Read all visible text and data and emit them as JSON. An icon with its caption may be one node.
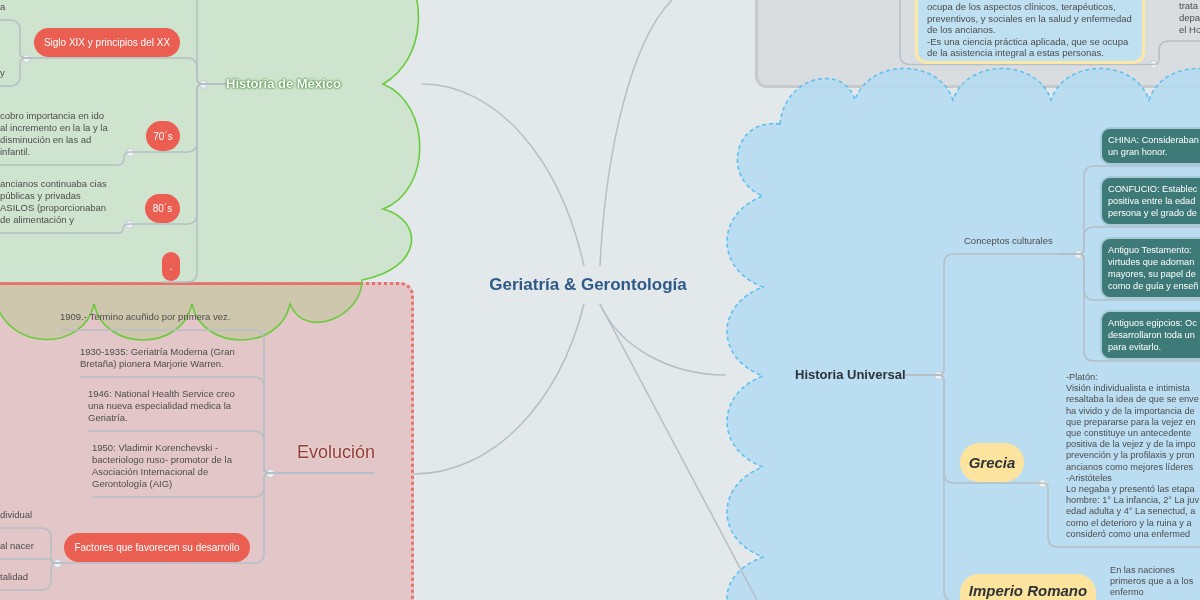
{
  "diagram": {
    "nodes": [
      {
        "text": [],
        "shape": "cloud"
      },
      {
        "text": [
          "Historia de México"
        ],
        "in": 0
      },
      {
        "text": [
          "a"
        ],
        "in": 0
      },
      {
        "text": [
          "Siglo XIX y principios del XX"
        ],
        "in": 0
      },
      {
        "text": [
          "y"
        ],
        "in": 0
      },
      {
        "text": [
          "cobro importancia en ido al incremento en la la y la disminución en las ad infantil."
        ],
        "in": 0
      },
      {
        "text": [
          "70´s"
        ],
        "in": 0
      },
      {
        "text": [
          "ancianos continuaba cias públicas y privadas ASILOS (proporcionaban de alimentación y"
        ],
        "in": 0
      },
      {
        "text": [
          "80´s"
        ],
        "in": 0
      },
      {
        "text": [
          "."
        ],
        "in": 0
      },
      {
        "text": [],
        "shape": "box"
      },
      {
        "text": [
          "ocupa de los aspectos clínicos, terapéuticos, preventivos, y sociales en la salud y enfermedad de los ancianos.",
          "-Es una ciencia práctica aplicada, que se ocupa de la asistencia integral a estas personas."
        ],
        "in": 10
      },
      {
        "text": [
          "trata depa el Ho"
        ],
        "in": 10
      },
      {
        "text": [],
        "shape": "cloud"
      },
      {
        "text": [
          "Historia Universal"
        ],
        "in": 13
      },
      {
        "text": [
          "Conceptos culturales"
        ],
        "in": 13
      },
      {
        "text": [
          "CHINA: Consideraban un gran honor."
        ],
        "in": 13
      },
      {
        "text": [
          "CONFUCIO: Establec positiva entre la edad persona y el grado de"
        ],
        "in": 13
      },
      {
        "text": [
          "Antiguo Testamento: virtudes que adornan mayores, su papel de como de guía y enseñ"
        ],
        "in": 13
      },
      {
        "text": [
          "Antiguos egipcios: Oc desarrollaron toda un para evitarlo."
        ],
        "in": 13
      },
      {
        "text": [
          "Geriatría & Gerontología"
        ]
      },
      {
        "text": [],
        "shape": "box"
      },
      {
        "text": [
          "Evolución"
        ],
        "in": 21
      },
      {
        "text": [
          "1909.- Termino acuñido por primera vez."
        ]
      },
      {
        "text": [
          "1930-1935: Geriatría Moderna (Gran Bretaña) pionera Marjorie Warren."
        ],
        "in": 21
      },
      {
        "text": [
          "1946: National Health Service creo una nueva especialidad medica la Geriatría."
        ],
        "in": 21
      },
      {
        "text": [
          "1950: Vladimir Korenchevski - bacteriologo ruso- promotor de la Asociación Internacional de Gerontología (AIG)"
        ],
        "in": 21
      },
      {
        "text": [
          "Grecia"
        ],
        "in": 13
      },
      {
        "text": [
          "-Platón:",
          "Visión individualista e intimista resaltaba la idea de que se enve ha vivido y de la importancia de que prepararse para la vejez en que constituye un antecedente positiva de la vejez y de la impo prevención y la profilaxis y pron ancianos como mejores líderes",
          "-Aristóteles",
          "Lo negaba y presentó las etapa hombre: 1° La infancia, 2° La juv edad adulta y 4° La senectud, a como el deterioro y la ruina y a consideró como una enfermed"
        ],
        "in": 13
      },
      {
        "text": [
          "dividual"
        ],
        "in": 21
      },
      {
        "text": [
          "Factores que favorecen su desarrollo"
        ],
        "in": 21
      },
      {
        "text": [
          "al nacer"
        ],
        "in": 21
      },
      {
        "text": [
          "talidad"
        ],
        "in": 21
      },
      {
        "text": [
          "Imperio Romano"
        ],
        "in": 13
      },
      {
        "text": [
          "En las naciones primeros que a a los enfermo"
        ],
        "in": 13
      }
    ],
    "edges": [
      {
        "from": 20,
        "to": 0,
        "arrow": "none"
      },
      {
        "from": 20,
        "to": null,
        "arrow": "none"
      },
      {
        "from": 20,
        "to": 21,
        "arrow": "none"
      },
      {
        "from": 20,
        "to": 13,
        "arrow": "none"
      },
      {
        "from": 20,
        "to": null,
        "arrow": "none"
      },
      {
        "from": 1,
        "to": null,
        "arrow": "none"
      },
      {
        "from": 1,
        "to": 3,
        "arrow": "none"
      },
      {
        "from": 3,
        "to": 2,
        "arrow": "none"
      },
      {
        "from": 3,
        "to": 4,
        "arrow": "none"
      },
      {
        "from": 1,
        "to": 6,
        "arrow": "none"
      },
      {
        "from": 6,
        "to": 5,
        "arrow": "none"
      },
      {
        "from": 1,
        "to": 8,
        "arrow": "none"
      },
      {
        "from": 8,
        "to": 7,
        "arrow": "none"
      },
      {
        "from": 1,
        "to": 9,
        "arrow": "none"
      },
      {
        "from": null,
        "to": 11,
        "arrow": "none"
      },
      {
        "from": 11,
        "to": 12,
        "arrow": "none"
      },
      {
        "from": 14,
        "to": 15,
        "arrow": "none"
      },
      {
        "from": 15,
        "to": 16,
        "arrow": "none"
      },
      {
        "from": 15,
        "to": 17,
        "arrow": "none"
      },
      {
        "from": 15,
        "to": 18,
        "arrow": "none"
      },
      {
        "from": 15,
        "to": 19,
        "arrow": "none"
      },
      {
        "from": 14,
        "to": 27,
        "arrow": "none"
      },
      {
        "from": 27,
        "to": 28,
        "arrow": "none"
      },
      {
        "from": 14,
        "to": 33,
        "arrow": "none"
      },
      {
        "from": 22,
        "to": 23,
        "arrow": "none"
      },
      {
        "from": 22,
        "to": 24,
        "arrow": "none"
      },
      {
        "from": 22,
        "to": 25,
        "arrow": "none"
      },
      {
        "from": 22,
        "to": 26,
        "arrow": "none"
      },
      {
        "from": 22,
        "to": 30,
        "arrow": "none"
      },
      {
        "from": 30,
        "to": 29,
        "arrow": "none"
      },
      {
        "from": 30,
        "to": 31,
        "arrow": "none"
      },
      {
        "from": 30,
        "to": 32,
        "arrow": "none"
      }
    ]
  }
}
